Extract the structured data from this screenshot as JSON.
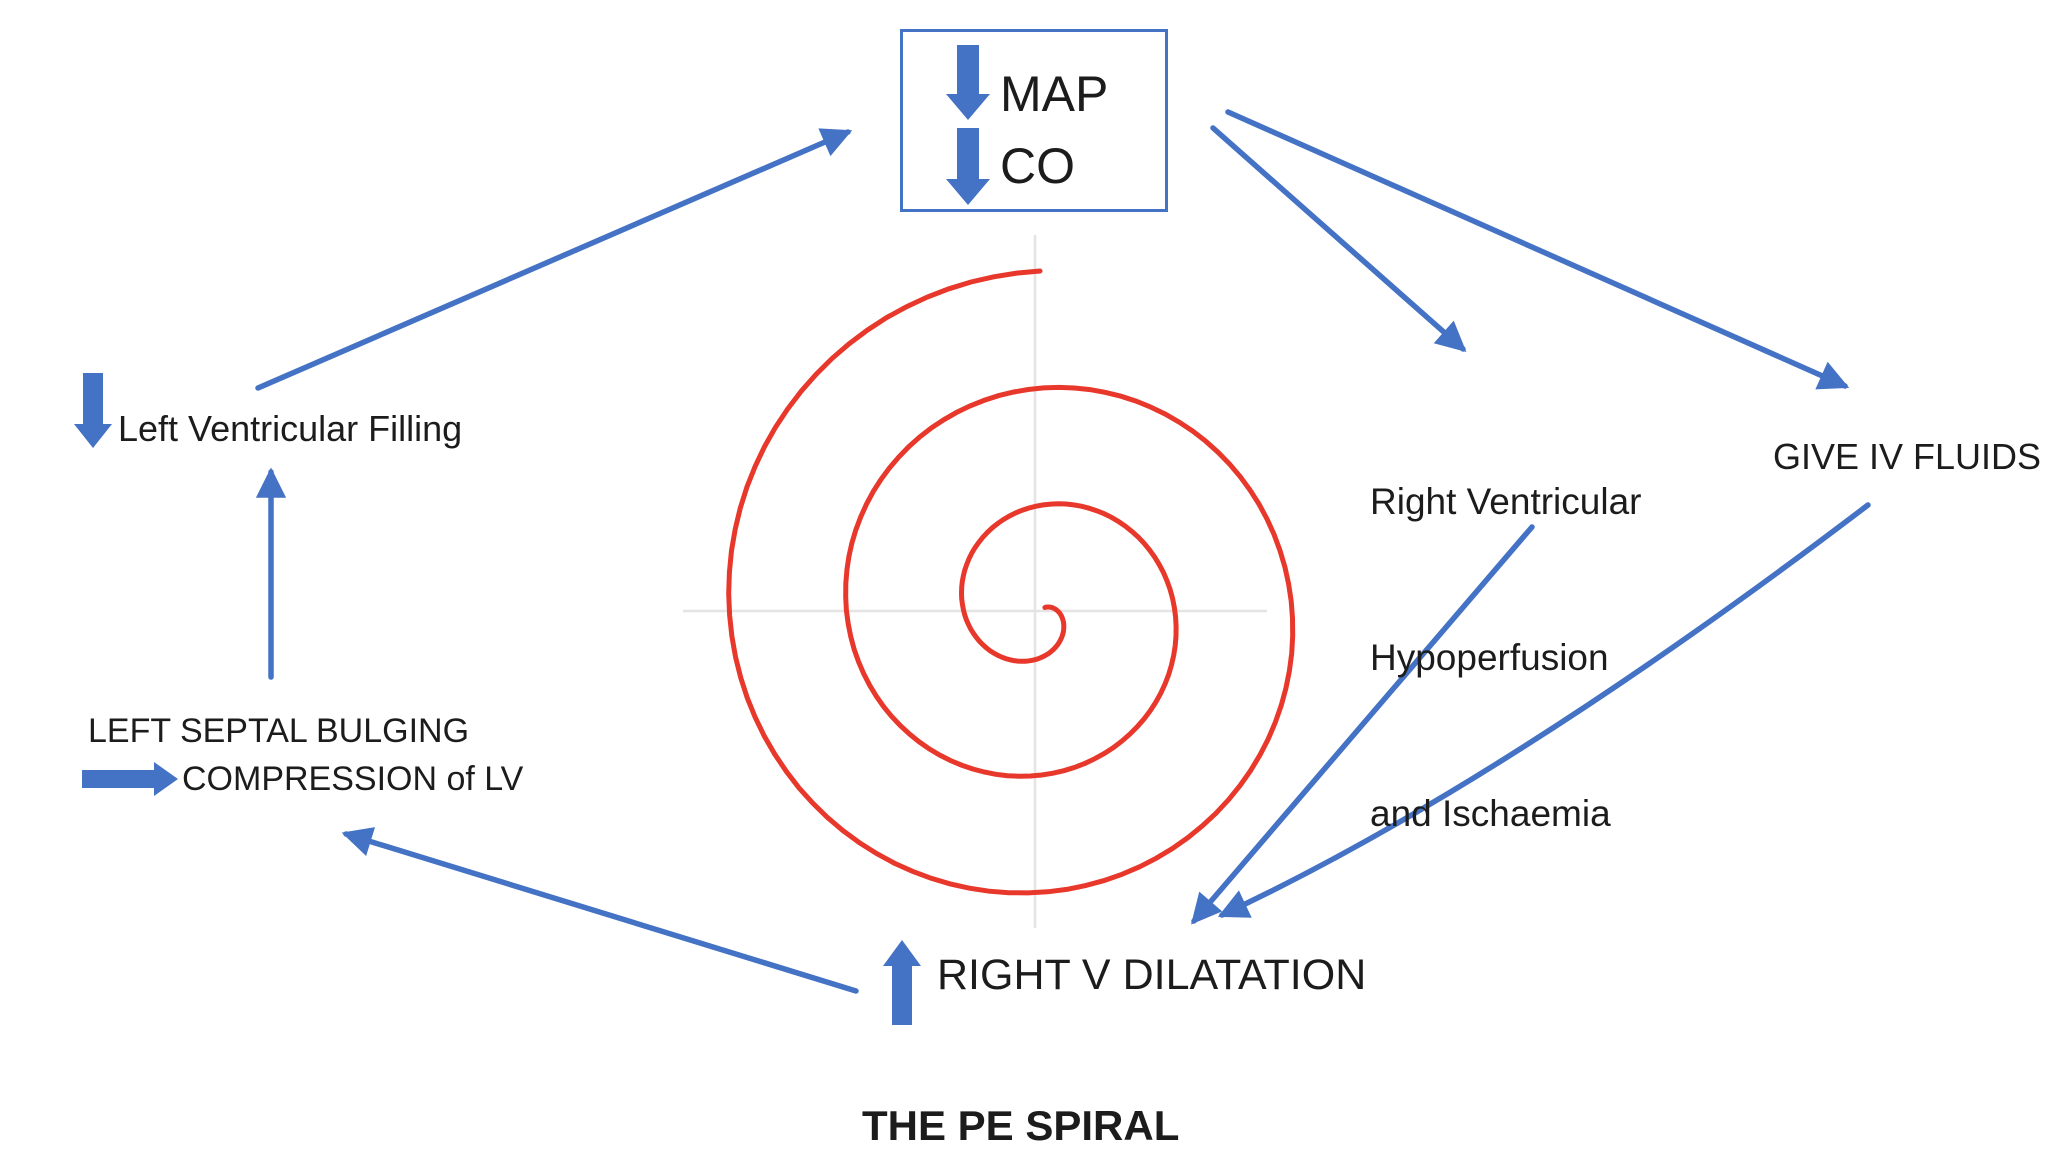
{
  "title": "THE PE SPIRAL",
  "box": {
    "line1": "MAP",
    "line2": "CO"
  },
  "labels": {
    "left_ventricular_filling": "Left Ventricular Filling",
    "left_septal_bulging": "LEFT SEPTAL BULGING",
    "compression_of_lv": "COMPRESSION of LV",
    "right_ventricular_hypoperfusion": {
      "line1": "Right Ventricular",
      "line2": "Hypoperfusion",
      "line3": "and Ischaemia"
    },
    "give_iv_fluids": "GIVE IV FLUIDS",
    "right_v_dilatation": "RIGHT V DILATATION"
  },
  "colors": {
    "arrow_blue": "#4472c4",
    "spiral_red": "#e8382b",
    "axis_gray": "#e6e3e3",
    "text_black": "#1c1c1c",
    "background": "#ffffff"
  }
}
